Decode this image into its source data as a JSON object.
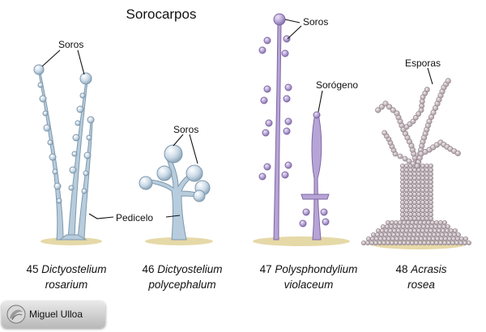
{
  "title": "Sorocarpos",
  "labels": {
    "soros_1": "Soros",
    "soros_2": "Soros",
    "soros_3": "Soros",
    "pedicelo": "Pedicelo",
    "sorogeno": "Sorógeno",
    "esporas": "Esporas"
  },
  "captions": [
    {
      "number": "45",
      "genus": "Dictyostelium",
      "species": "rosarium"
    },
    {
      "number": "46",
      "genus": "Dictyostelium",
      "species": "polycephalum"
    },
    {
      "number": "47",
      "genus": "Polysphondylium",
      "species": "violaceum"
    },
    {
      "number": "48",
      "genus": "Acrasis",
      "species": "rosea"
    }
  ],
  "credit": "Miguel Ulloa",
  "colors": {
    "blue_stalk": "#b7cddd",
    "blue_sorus": "#c9d9e6",
    "violet": "#b7a4d6",
    "acrasis": "#c2b6bb",
    "ground": "#e6d9a8"
  }
}
